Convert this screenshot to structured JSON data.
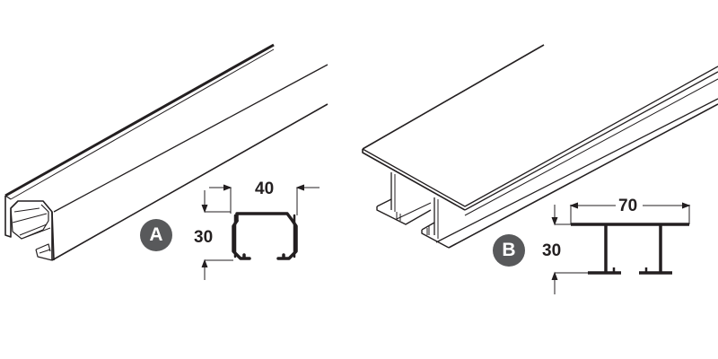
{
  "diagram": {
    "type": "technical-drawing",
    "subject": "track profiles",
    "profiles": [
      {
        "label": "A",
        "dimensions": {
          "width": "40",
          "height": "30"
        }
      },
      {
        "label": "B",
        "dimensions": {
          "width": "70",
          "height": "30"
        }
      }
    ]
  },
  "colors": {
    "line": "#231f20",
    "badge_fill": "#58595b",
    "badge_text": "#ffffff",
    "background": "#ffffff"
  }
}
